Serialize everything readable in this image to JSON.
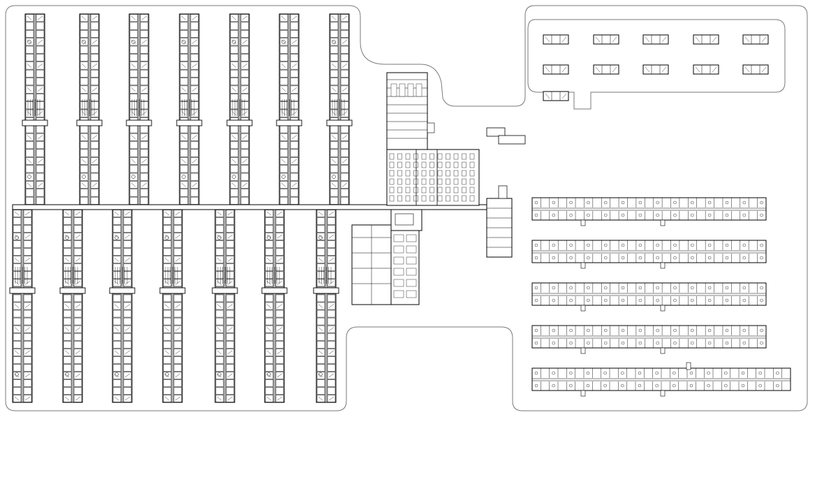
{
  "drawing": {
    "line_color": "#000000",
    "site_outline_color": "#7a7a7a",
    "background": "#ffffff",
    "regions": [
      "north-residential-blocks",
      "south-residential-blocks",
      "central-connector",
      "main-building",
      "east-top-units",
      "east-linear-blocks"
    ]
  },
  "site_plan": {
    "north_blocks": 7,
    "south_blocks": 7,
    "east_top_units": 11,
    "east_linear_blocks": 5
  }
}
